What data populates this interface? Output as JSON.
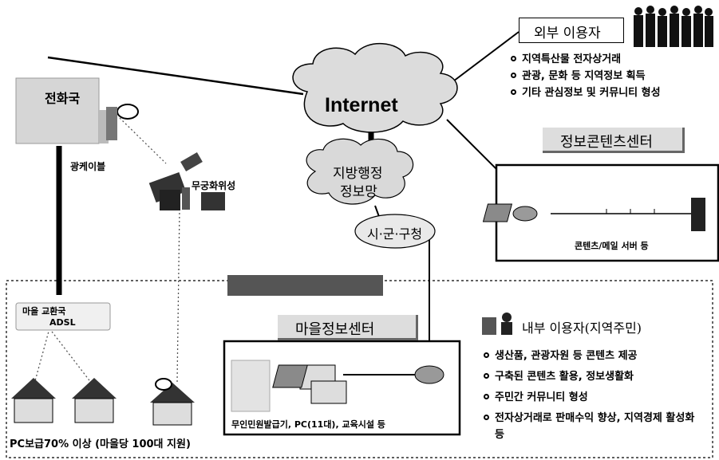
{
  "telephone_office": {
    "label": "전화국"
  },
  "fiber_cable": {
    "label": "광케이블"
  },
  "satellite": {
    "label": "무궁화위성"
  },
  "internet": {
    "label": "Internet"
  },
  "local_admin_network": {
    "line1": "지방행정",
    "line2": "정보망"
  },
  "city_office": {
    "label": "시·군·구청"
  },
  "external_users": {
    "title": "외부 이용자",
    "bullets": [
      "지역특산물 전자상거래",
      "관광, 문화 등 지역정보 획득",
      "기타 관심정보 및 커뮤니티 형성"
    ]
  },
  "content_center": {
    "title": "정보콘텐츠센터",
    "caption": "콘텐츠/메일 서버 등"
  },
  "village_info_center": {
    "title": "마을정보센터",
    "caption": "무인민원발급기, PC(11대), 교육시설 등"
  },
  "village_exchange": {
    "line1": "마을 교환국",
    "line2": "ADSL"
  },
  "village_caption": {
    "label": "PC보급70% 이상 (마을당 100대 지원)"
  },
  "internal_users": {
    "title": "내부 이용자(지역주민)",
    "bullets": [
      "생산품, 관광자원 등 콘텐츠 제공",
      "구축된 콘텐츠 활용, 정보생활화",
      "주민간 커뮤니티 형성",
      "전자상거래로 판매수익 향상, 지역경제 활성화 등"
    ]
  }
}
